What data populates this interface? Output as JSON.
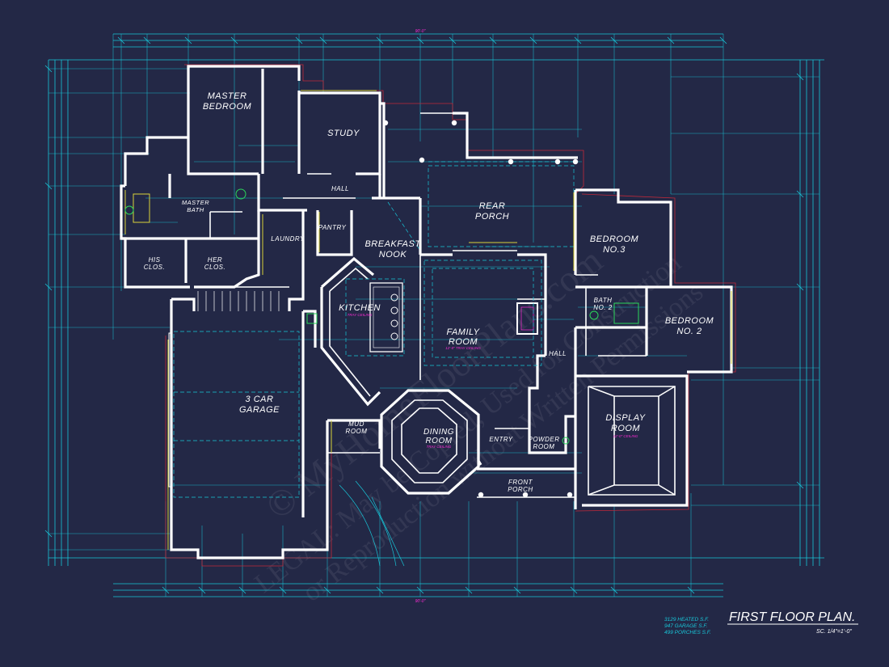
{
  "title": "FIRST FLOOR PLAN.",
  "scale": "SC. 1/4\"=1'-0\"",
  "area_summary": [
    "3129 HEATED S.F.",
    "947 GARAGE S.F.",
    "499 PORCHES S.F."
  ],
  "watermark": {
    "line1": "© MyHomeFloorPlans.com",
    "line2": "LEGAL: May be Copied, Used for Construction",
    "line3": "or Reproduction without Written Permissions"
  },
  "rooms": {
    "master_bedroom": "MASTER BEDROOM",
    "study": "STUDY",
    "hall_north": "HALL",
    "master_bath": "MASTER BATH",
    "laundry": "LAUNDRY",
    "pantry": "PANTRY",
    "breakfast_nook": "BREAKFAST NOOK",
    "rear_porch": "REAR PORCH",
    "bedroom_3": "BEDROOM NO.3",
    "his_clos": "HIS CLOS.",
    "her_clos": "HER CLOS.",
    "kitchen": "KITCHEN",
    "family_room": "FAMILY ROOM",
    "bath_2": "BATH NO. 2",
    "bedroom_2": "BEDROOM NO. 2",
    "hall_east": "HALL",
    "garage": "3 CAR GARAGE",
    "display_room": "DISPLAY ROOM",
    "mud_room": "MUD ROOM",
    "dining_room": "DINING ROOM",
    "entry": "ENTRY",
    "powder_room": "POWDER ROOM",
    "front_porch": "FRONT PORCH"
  },
  "room_notes": {
    "kitchen": "TRAY CEILING",
    "family_room": "12'-0\" TRAY CEILING",
    "dining_room": "TRAY CEILING",
    "display_room": "12'-0\" CEILING"
  },
  "dimensions": {
    "overall_top": "90'-0\"",
    "overall_bottom": "90'-0\""
  }
}
